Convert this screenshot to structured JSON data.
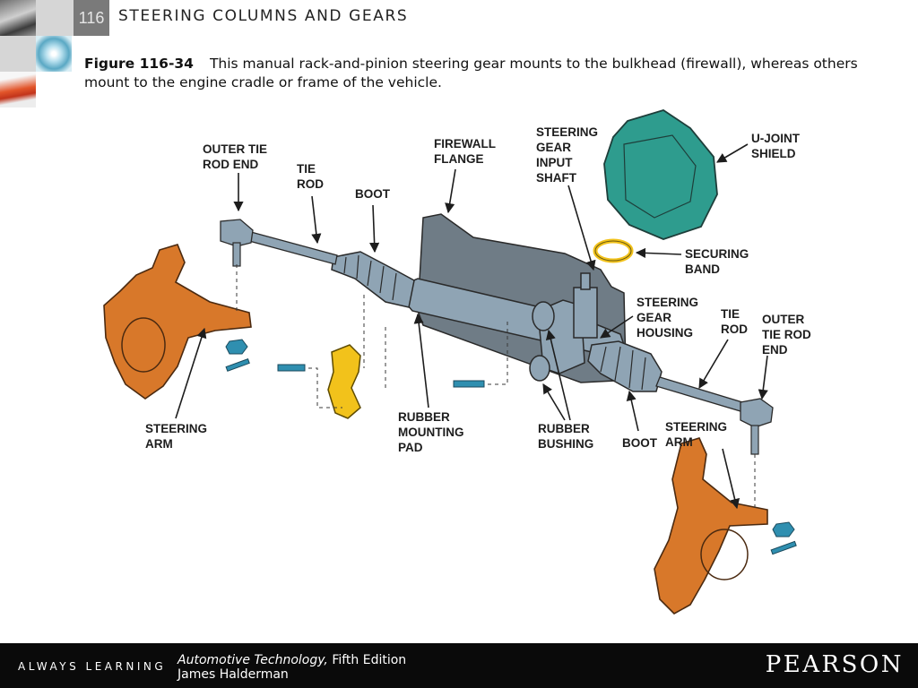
{
  "header": {
    "chapter_number": "116",
    "chapter_title": "STEERING COLUMNS AND GEARS"
  },
  "caption": {
    "figure_label": "Figure 116-34",
    "text": "This manual rack-and-pinion steering gear mounts to the bulkhead (firewall), whereas others mount to the engine cradle or frame of the vehicle."
  },
  "diagram": {
    "labels": {
      "outer_tie_rod_end_left": [
        "OUTER TIE",
        "ROD END"
      ],
      "tie_rod_left": [
        "TIE",
        "ROD"
      ],
      "boot_left": [
        "BOOT"
      ],
      "firewall_flange": [
        "FIREWALL",
        "FLANGE"
      ],
      "steering_gear_input_shaft": [
        "STEERING",
        "GEAR",
        "INPUT",
        "SHAFT"
      ],
      "u_joint_shield": [
        "U-JOINT",
        "SHIELD"
      ],
      "securing_band": [
        "SECURING",
        "BAND"
      ],
      "steering_gear_housing": [
        "STEERING",
        "GEAR",
        "HOUSING"
      ],
      "tie_rod_right": [
        "TIE",
        "ROD"
      ],
      "outer_tie_rod_end_right": [
        "OUTER",
        "TIE ROD",
        "END"
      ],
      "steering_arm_left": [
        "STEERING",
        "ARM"
      ],
      "rubber_mounting_pad": [
        "RUBBER",
        "MOUNTING",
        "PAD"
      ],
      "rubber_bushing": [
        "RUBBER",
        "BUSHING"
      ],
      "boot_right": [
        "BOOT"
      ],
      "steering_arm_right": [
        "STEERING",
        "ARM"
      ]
    },
    "colors": {
      "knuckle": "#d8782a",
      "metal": "#8fa4b4",
      "flange": "#6f7c86",
      "shield": "#2e9c8e",
      "band": "#f2c21b",
      "bolt": "#2f8fb0"
    }
  },
  "footer": {
    "tagline": "ALWAYS LEARNING",
    "book_title": "Automotive Technology,",
    "edition": " Fifth Edition",
    "author": "James Halderman",
    "publisher": "PEARSON"
  }
}
